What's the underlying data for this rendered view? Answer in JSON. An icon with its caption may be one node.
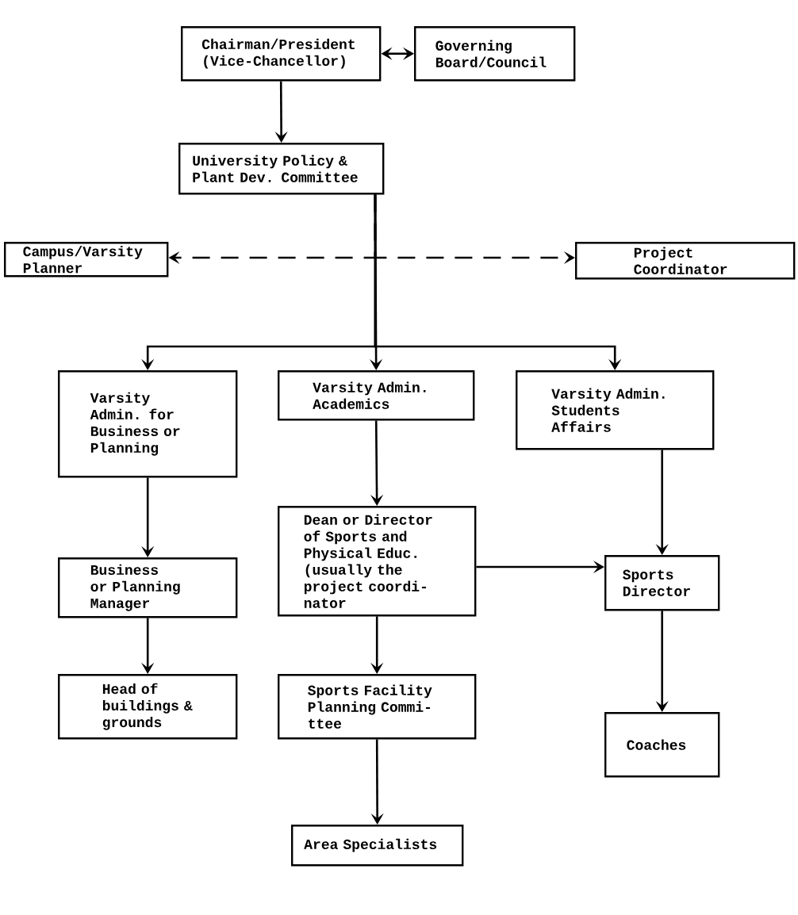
{
  "diagram": {
    "nodes": [
      {
        "text": [
          "Chairman/President (Vice-Chancellor)"
        ]
      },
      {
        "text": [
          "Governing Board/Council"
        ]
      },
      {
        "text": [
          "University Policy & Plant Dev. Committee"
        ]
      },
      {
        "text": [
          "Campus/Varsity Planner"
        ]
      },
      {
        "text": [
          "Project Coordinator"
        ]
      },
      {
        "text": [
          "Varsity Admin. for Business or Planning"
        ]
      },
      {
        "text": [
          "Varsity Admin. Academics"
        ]
      },
      {
        "text": [
          "Varsity Admin. Students Affairs"
        ]
      },
      {
        "text": [
          "Dean or Director of Sports and Physical Educ. (usually the project coordi- nator"
        ]
      },
      {
        "text": [
          "Business or Planning Manager"
        ]
      },
      {
        "text": [
          "Sports Director"
        ]
      },
      {
        "text": [
          "Head of buildings & grounds"
        ]
      },
      {
        "text": [
          "Sports Facility Planning Commi- ttee"
        ]
      },
      {
        "text": [
          "Coaches"
        ]
      },
      {
        "text": [
          "Area Specialists"
        ]
      }
    ],
    "edges": [
      {
        "from": 0,
        "to": 1,
        "arrow": "both"
      },
      {
        "from": 0,
        "to": 2,
        "arrow": "to"
      },
      {
        "from": 2,
        "to": 3,
        "arrow": "to",
        "style": "dashed"
      },
      {
        "from": 2,
        "to": 4,
        "arrow": "to",
        "style": "dashed"
      },
      {
        "from": 2,
        "to": 5,
        "arrow": "to"
      },
      {
        "from": 2,
        "to": 6,
        "arrow": "to"
      },
      {
        "from": 2,
        "to": 7,
        "arrow": "to"
      },
      {
        "from": 6,
        "to": 8,
        "arrow": "to"
      },
      {
        "from": 5,
        "to": 9,
        "arrow": "to"
      },
      {
        "from": 9,
        "to": 11,
        "arrow": "to"
      },
      {
        "from": 8,
        "to": 10,
        "arrow": "to"
      },
      {
        "from": 7,
        "to": 10,
        "arrow": "to"
      },
      {
        "from": 8,
        "to": 12,
        "arrow": "to"
      },
      {
        "from": 12,
        "to": 14,
        "arrow": "to"
      },
      {
        "from": 10,
        "to": 13,
        "arrow": "to"
      }
    ]
  }
}
